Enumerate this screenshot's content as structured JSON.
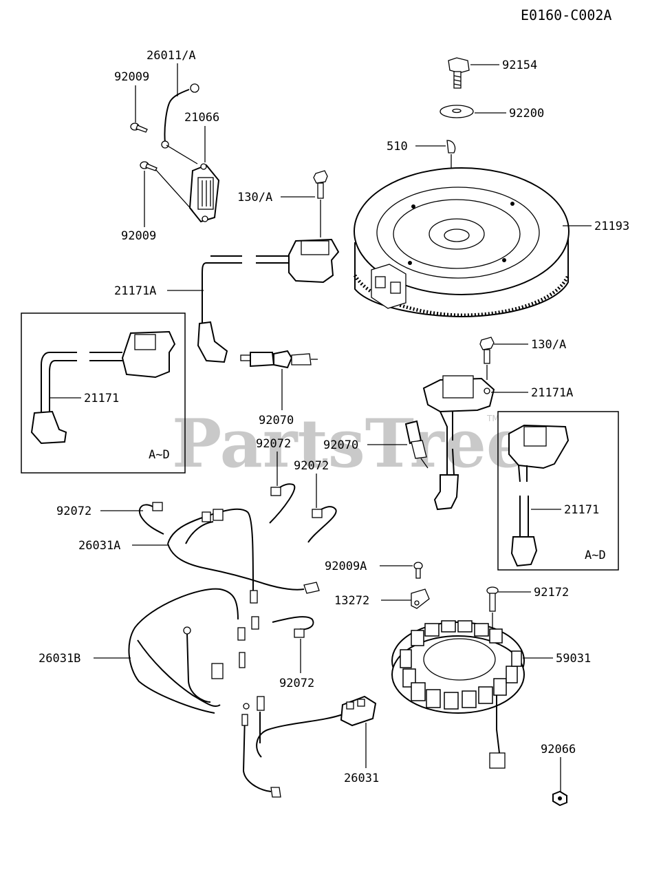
{
  "diagram_code": "E0160-C002A",
  "watermark": "PartsTree",
  "watermark_mark": "TM",
  "variant_note_left": "A~D",
  "variant_note_right": "A~D",
  "callouts": {
    "p26011a": "26011/A",
    "p92009_top": "92009",
    "p21066": "21066",
    "p92009_bottom": "92009",
    "p130a_top": "130/A",
    "p21171a_left": "21171A",
    "p21171_left": "21171",
    "p92070_left": "92070",
    "p92072_a": "92072",
    "p92072_b": "92072",
    "p92072_c": "92072",
    "p92072_d": "92072",
    "p26031a": "26031A",
    "p26031b": "26031B",
    "p26031": "26031",
    "p92154": "92154",
    "p92200": "92200",
    "p510": "510",
    "p21193": "21193",
    "p130a_right": "130/A",
    "p21171a_right": "21171A",
    "p92070_right": "92070",
    "p21171_right": "21171",
    "p92009a": "92009A",
    "p13272": "13272",
    "p92172": "92172",
    "p59031": "59031",
    "p92066": "92066"
  }
}
